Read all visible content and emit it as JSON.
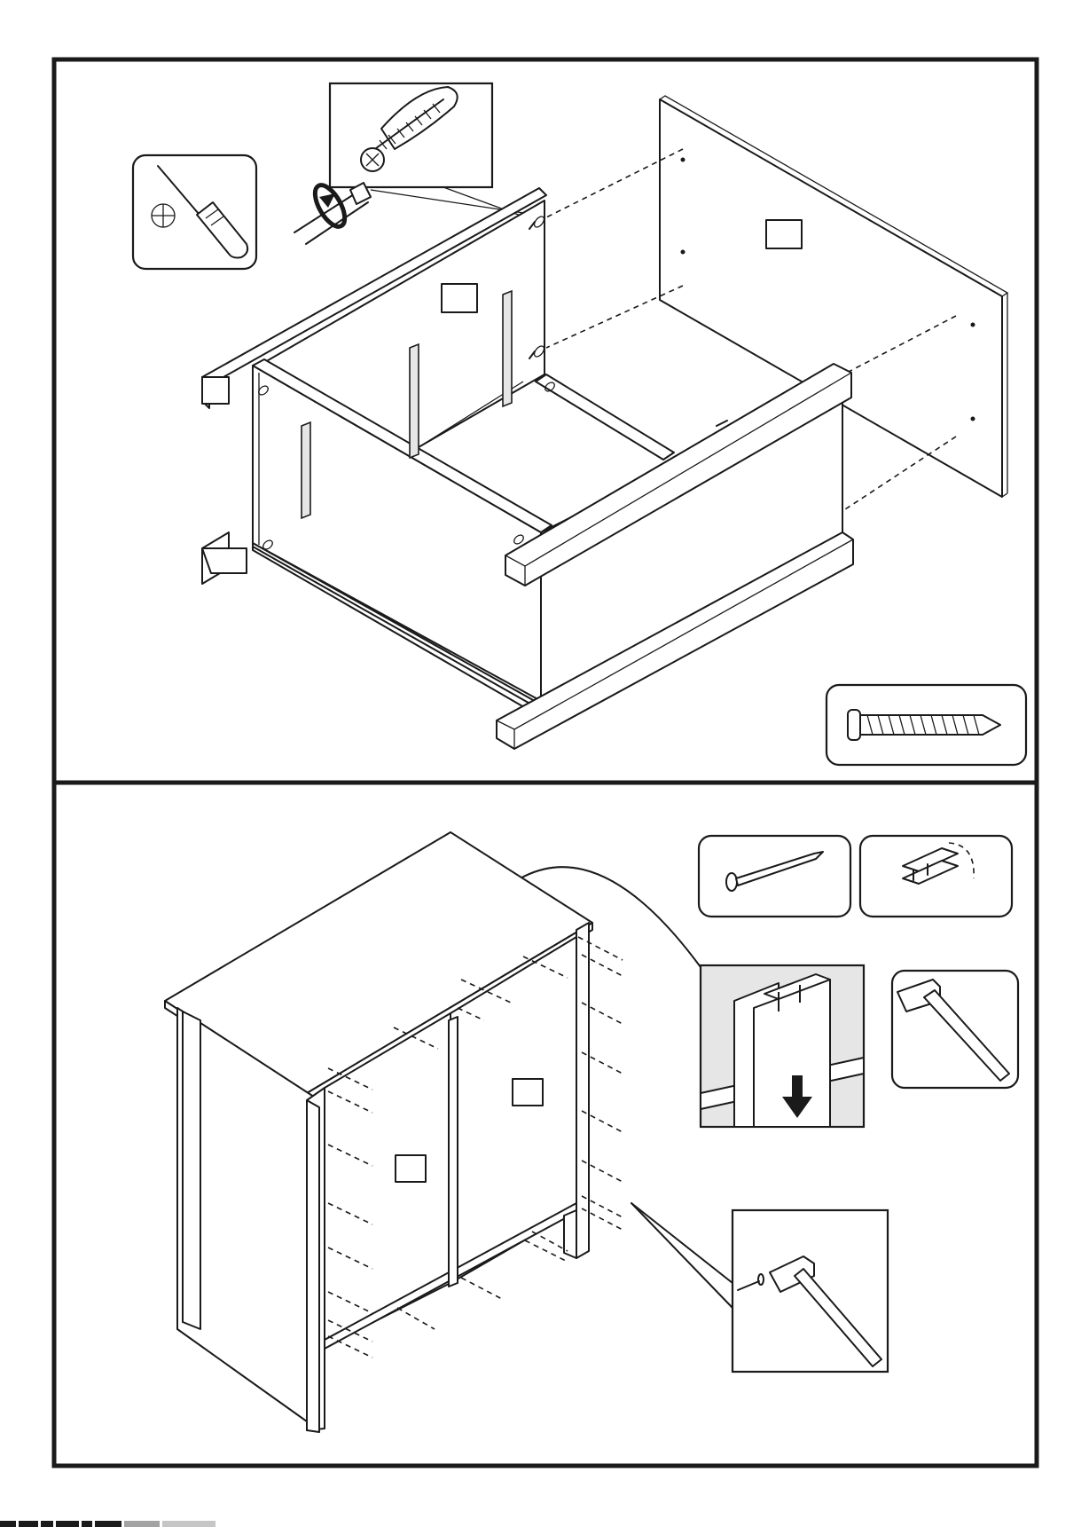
{
  "document": {
    "type": "assembly-instructions",
    "steps": [
      {
        "panel": "top",
        "tools": [
          "phillips-screwdriver-icon"
        ],
        "hardware": [
          "pan-head-screw-icon",
          "screw-closeup-icon"
        ],
        "part_labels": [
          "",
          ""
        ]
      },
      {
        "panel": "bottom",
        "tools": [
          "hammer-icon"
        ],
        "hardware": [
          "nail-icon",
          "h-profile-connector-icon"
        ],
        "part_labels": [
          "",
          ""
        ]
      }
    ],
    "colors": {
      "line": "#1a1a1a",
      "panel": "#ffffff",
      "detail_fill": "#e6e6e6"
    }
  }
}
